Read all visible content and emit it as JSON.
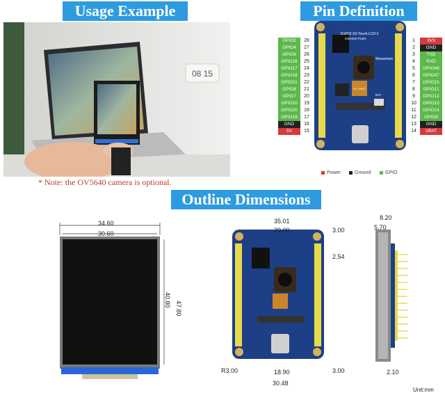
{
  "sections": {
    "usage_title": "Usage Example",
    "pin_title": "Pin Definition",
    "outline_title": "Outline Dimensions"
  },
  "note": "* Note: the OV5640 camera is optional.",
  "clock": "08 15",
  "board": {
    "label": "ESP32-S3-Touch-LCD-2",
    "sublabel": "240x320 Pixels",
    "brand": "Waveshare",
    "camera_label": "OC-SM07",
    "bat_label": "BAT"
  },
  "pins_left": [
    {
      "name": "GPIO2",
      "num": "28",
      "type": "gpio"
    },
    {
      "name": "GPIO4",
      "num": "27",
      "type": "gpio"
    },
    {
      "name": "GPIO6",
      "num": "26",
      "type": "gpio"
    },
    {
      "name": "GPIO16",
      "num": "25",
      "type": "gpio"
    },
    {
      "name": "GPIO17",
      "num": "24",
      "type": "gpio"
    },
    {
      "name": "GPIO18",
      "num": "23",
      "type": "gpio"
    },
    {
      "name": "GPIO21",
      "num": "22",
      "type": "gpio"
    },
    {
      "name": "GPIO8",
      "num": "21",
      "type": "gpio"
    },
    {
      "name": "GPIO7",
      "num": "20",
      "type": "gpio"
    },
    {
      "name": "GPIO10",
      "num": "19",
      "type": "gpio"
    },
    {
      "name": "GPIO20",
      "num": "18",
      "type": "gpio"
    },
    {
      "name": "GPIO19",
      "num": "17",
      "type": "gpio"
    },
    {
      "name": "GND",
      "num": "16",
      "type": "ground"
    },
    {
      "name": "5V",
      "num": "15",
      "type": "power"
    }
  ],
  "pins_right": [
    {
      "name": "3V3",
      "num": "1",
      "type": "power"
    },
    {
      "name": "GND",
      "num": "2",
      "type": "ground"
    },
    {
      "name": "TXD",
      "num": "3",
      "type": "gpio"
    },
    {
      "name": "RXD",
      "num": "4",
      "type": "gpio"
    },
    {
      "name": "GPIO48",
      "num": "5",
      "type": "gpio"
    },
    {
      "name": "GPIO47",
      "num": "6",
      "type": "gpio"
    },
    {
      "name": "GPIO15",
      "num": "7",
      "type": "gpio"
    },
    {
      "name": "GPIO11",
      "num": "8",
      "type": "gpio"
    },
    {
      "name": "GPIO12",
      "num": "9",
      "type": "gpio"
    },
    {
      "name": "GPIO13",
      "num": "10",
      "type": "gpio"
    },
    {
      "name": "GPIO14",
      "num": "11",
      "type": "gpio"
    },
    {
      "name": "GPIO9",
      "num": "12",
      "type": "gpio"
    },
    {
      "name": "GND",
      "num": "13",
      "type": "ground"
    },
    {
      "name": "VBAT",
      "num": "14",
      "type": "power"
    }
  ],
  "legend": [
    {
      "label": "Power",
      "color": "#d63a3a"
    },
    {
      "label": "Ground",
      "color": "#222222"
    },
    {
      "label": "GPIO",
      "color": "#5cb84a"
    }
  ],
  "colors": {
    "power": "#d63a3a",
    "ground": "#222222",
    "gpio": "#5cb84a",
    "banner": "#2d9be0",
    "pcb": "#1d3f86",
    "header": "#e7d94a"
  },
  "dims_lcd": {
    "outer_width": "34.60",
    "inner_width": "30.60",
    "inner_height": "40.80",
    "outer_height": "47.80"
  },
  "dims_board": {
    "width_top": "35.01",
    "hole_span": "29.00",
    "edge_offset": "3.00",
    "pin_pitch": "2.54",
    "bottom_span": "18.90",
    "bottom_width": "30.48",
    "radius": "R3.00",
    "bottom_offset": "3.00"
  },
  "dims_side": {
    "total": "8.20",
    "body": "5.70",
    "pin": "2.10"
  },
  "unit": "Unit:mm"
}
